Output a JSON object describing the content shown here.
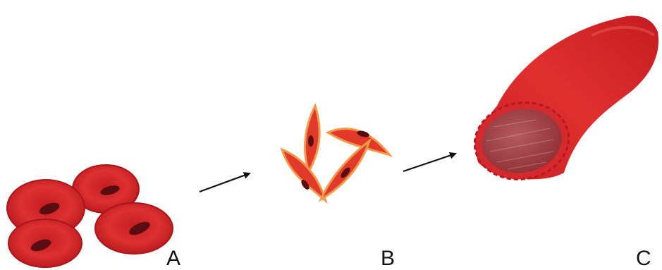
{
  "labels": {
    "a": "A",
    "b": "B",
    "c": "C"
  },
  "icons": {
    "stage_a": "round-cells-cluster-icon",
    "stage_b": "spindle-cells-icon",
    "stage_c": "blood-vessel-tube-icon",
    "arrow": "right-arrow-icon"
  },
  "colors": {
    "cell_fill": "#d72a2a",
    "cell_dark": "#a8161a",
    "nucleus": "#5a0d10",
    "spindle_fill": "#e23a2a",
    "spindle_edge": "#f29a4a",
    "vessel": "#d4262a",
    "lumen": "#a8474c",
    "arrow": "#111111"
  }
}
